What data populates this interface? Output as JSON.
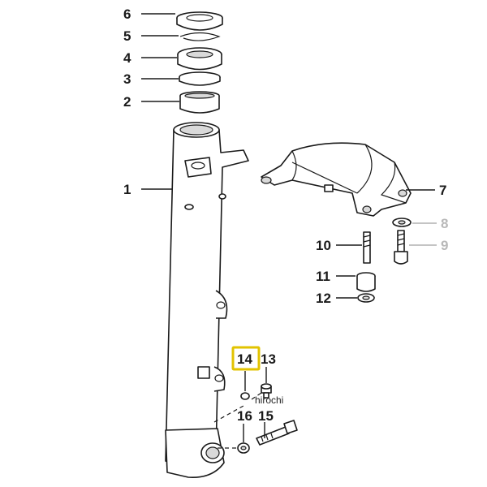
{
  "callouts": {
    "c1": "1",
    "c2": "2",
    "c3": "3",
    "c4": "4",
    "c5": "5",
    "c6": "6",
    "c7": "7",
    "c8": "8",
    "c9": "9",
    "c10": "10",
    "c11": "11",
    "c12": "12",
    "c13": "13",
    "c14": "14",
    "c15": "15",
    "c16": "16"
  },
  "highlight_part": "14",
  "highlight_color": "#e2c300",
  "faint_color": "#b8b8b8",
  "watermark": "hirochi"
}
